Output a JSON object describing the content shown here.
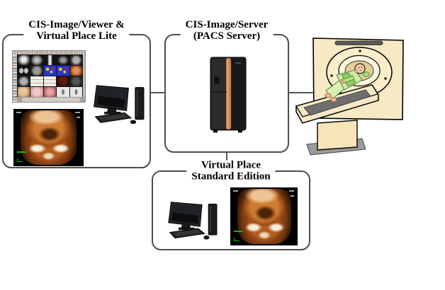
{
  "boxes": {
    "viewer": {
      "title_line1": "CIS-Image/Viewer &",
      "title_line2": "Virtual Place Lite"
    },
    "server": {
      "title_line1": "CIS-Image/Server",
      "title_line2": "(PACS Server)"
    },
    "standard": {
      "title_line1": "Virtual Place",
      "title_line2": "Standard Edition"
    }
  },
  "illustrations": {
    "viewer_app": "medical-image-viewer-window",
    "volume_render": "3d-ct-volume-rendering",
    "workstation": "desktop-computer-workstation",
    "server_tower": "pacs-server-tower",
    "ct_scanner": "ct-scanner-with-patient"
  },
  "colors": {
    "box_border": "#4d4d4d",
    "connector": "#555555",
    "title_text": "#000000",
    "scanner_beige": "#F8E9C5",
    "scanner_cream": "#FAEECB",
    "scanner_bore_tan": "#E2CF96",
    "patient_green": "#CDEBA6",
    "patient_green_dark": "#9ACB66",
    "skin": "#F4CBA4",
    "server_copper": "#C9804C",
    "annotation_green": "#1FAE1F",
    "mat_gray": "#6E6E6E",
    "base_gray": "#9B9B9B"
  },
  "viewer_thumbnails": {
    "rows": [
      [
        "xray-bright",
        "xray",
        "xray-bone",
        "ct-dark",
        "ct-round"
      ],
      [
        "ct-ovals",
        "ct-dotty",
        "nm-blue",
        "nm-blue",
        "fundus-orange"
      ],
      [
        "ct-round",
        "sketch-white",
        "sketch-white",
        "dark-red",
        "dark-gray"
      ],
      [
        "endo-tan",
        "endo-pink",
        "endo-red",
        "xray-small",
        "xray-small"
      ]
    ]
  }
}
